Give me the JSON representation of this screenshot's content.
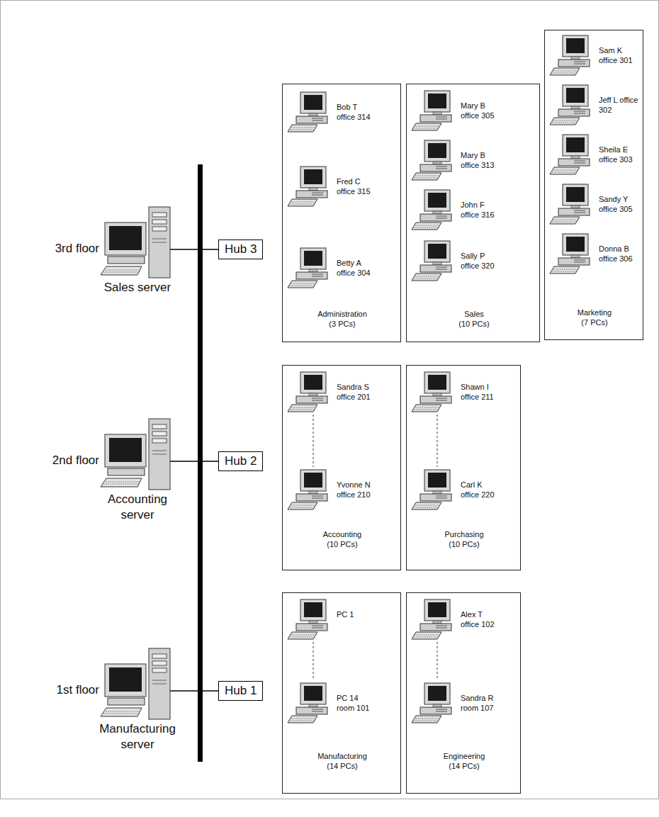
{
  "diagram": {
    "nodes": [
      {
        "text": [
          "Hub 3"
        ]
      },
      {
        "text": [
          "Bob T office 314",
          "Fred C office 315",
          "Betty A office 304",
          "Administration (3 PCs)"
        ]
      },
      {
        "text": [
          "Mary B office 305",
          "Mary B office 313",
          "John F office 316",
          "Sally P office 320",
          "Sales (10 PCs)"
        ]
      },
      {
        "text": [
          "Sam K office 301",
          "Jeff L office 302",
          "Sheila E office 303",
          "Sandy Y office 305",
          "Donna B office 306",
          "Marketing (7 PCs)"
        ]
      },
      {
        "text": [
          "Hub 2"
        ]
      },
      {
        "text": [
          "Sandra S office 201",
          "Yvonne N office 210",
          "Accounting (10 PCs)"
        ]
      },
      {
        "text": [
          "Shawn I office 211",
          "Carl K office 220",
          "Purchasing (10 PCs)"
        ]
      },
      {
        "text": [
          "Hub 1"
        ]
      },
      {
        "text": [
          "PC 1",
          "PC 14 room 101",
          "Manufacturing (14 PCs)"
        ]
      },
      {
        "text": [
          "Alex T office 102",
          "Sandra R room 107",
          "Engineering (14 PCs)"
        ]
      }
    ],
    "labels": [
      "3rd floor",
      "Sales server",
      "2nd floor",
      "Accounting server",
      "1st floor",
      "Manufacturing server"
    ]
  }
}
